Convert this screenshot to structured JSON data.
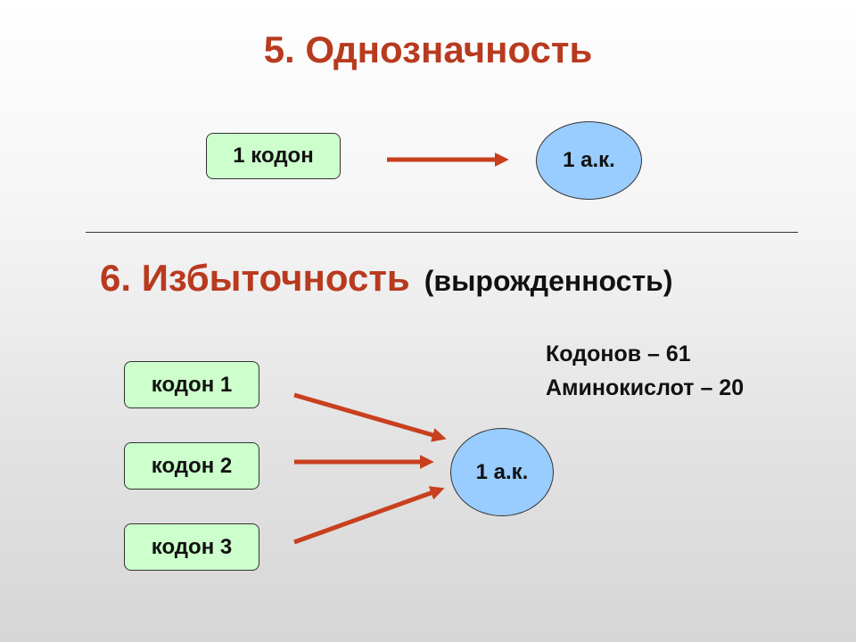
{
  "section5": {
    "title": "5. Однозначность",
    "codon_label": "1 кодон",
    "aa_label": "1 а.к."
  },
  "section6": {
    "title": "6. Избыточность",
    "subtitle": "(вырожденность)",
    "codons": [
      "кодон 1",
      "кодон 2",
      "кодон 3"
    ],
    "aa_label": "1 а.к.",
    "stats": {
      "codons": "Кодонов – 61",
      "amino_acids": "Аминокислот – 20"
    }
  },
  "colors": {
    "title": "#b83a1f",
    "arrow": "#c8401e",
    "codon_fill": "#ccffcc",
    "aa_fill": "#99ccff"
  }
}
